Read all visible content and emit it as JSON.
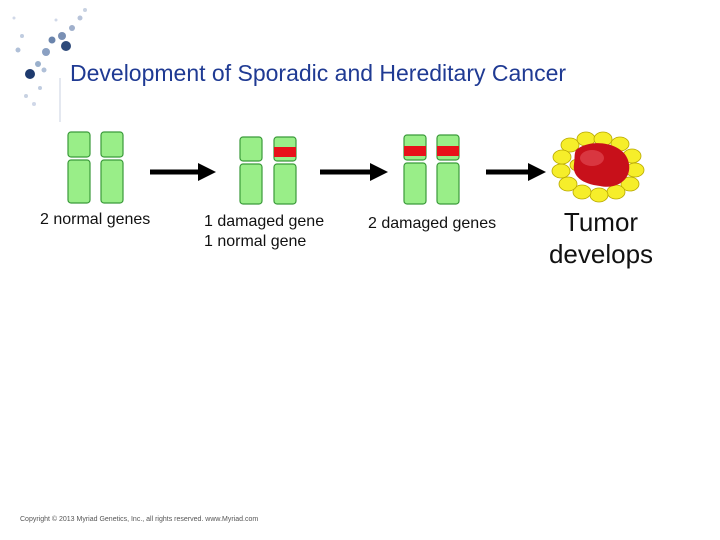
{
  "slide": {
    "title": "Development of Sporadic and Hereditary Cancer",
    "copyright": "Copyright © 2013 Myriad Genetics, Inc., all rights reserved. www.Myriad.com"
  },
  "stages": [
    {
      "label_line1": "2 normal genes",
      "label_line2": ""
    },
    {
      "label_line1": "1 damaged gene",
      "label_line2": "1 normal gene"
    },
    {
      "label_line1": "2 damaged genes",
      "label_line2": ""
    },
    {
      "label_line1": "Tumor",
      "label_line2": "develops"
    }
  ],
  "colors": {
    "title": "#1f3a93",
    "chromosome_fill": "#99ee88",
    "chromosome_stroke": "#3a9a3a",
    "damage_band": "#e8101a",
    "arrow": "#000000",
    "tumor_cells": "#f6ee2a",
    "tumor_core": "#c8101a",
    "logo_dots": "#4a6a9a"
  }
}
